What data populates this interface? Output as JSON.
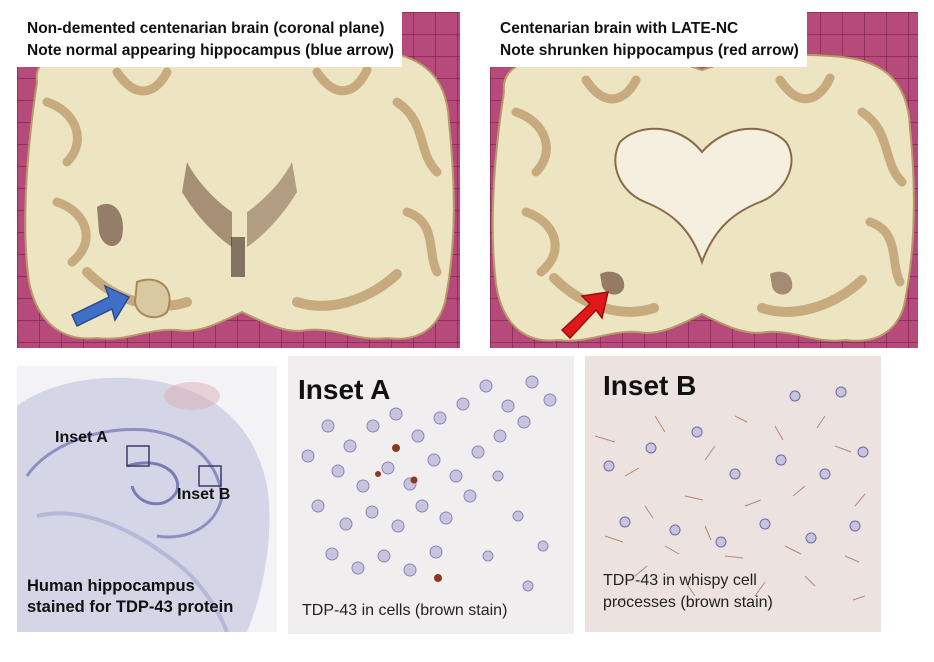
{
  "top_left": {
    "caption_line1": "Non-demented centenarian brain (coronal plane)",
    "caption_line2": "Note normal appearing hippocampus (blue arrow)",
    "arrow_color": "#3f6fc7"
  },
  "top_right": {
    "caption_line1": "Centenarian brain with LATE-NC",
    "caption_line2": "Note shrunken hippocampus (red arrow)",
    "arrow_color": "#e01818"
  },
  "hippocampus_panel": {
    "inset_a_label": "Inset A",
    "inset_b_label": "Inset B",
    "caption_line1": "Human hippocampus",
    "caption_line2": "stained for TDP-43 protein"
  },
  "inset_a": {
    "title": "Inset A",
    "caption": "TDP-43 in cells (brown stain)"
  },
  "inset_b": {
    "title": "Inset B",
    "caption_line1": "TDP-43 in whispy cell",
    "caption_line2": "processes (brown stain)"
  },
  "colors": {
    "grid_background": "#b64a7a",
    "tissue": "#ede4c2",
    "gray_matter": "#c7ab7e",
    "stain_brown": "#8a3a1e",
    "nuclei": "#8b86b8"
  }
}
